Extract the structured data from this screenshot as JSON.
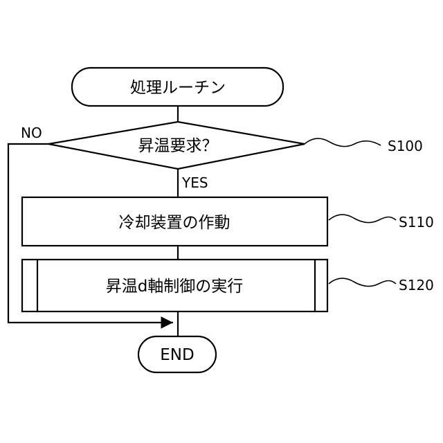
{
  "flowchart": {
    "start_label": "処理ルーチン",
    "decision_label": "昇温要求？",
    "no_label": "NO",
    "yes_label": "YES",
    "process1_label": "冷却装置の作動",
    "process2_label": "昇温d軸制御の実行",
    "end_label": "END",
    "step_decision": "S100",
    "step_process1": "S110",
    "step_process2": "S120"
  }
}
